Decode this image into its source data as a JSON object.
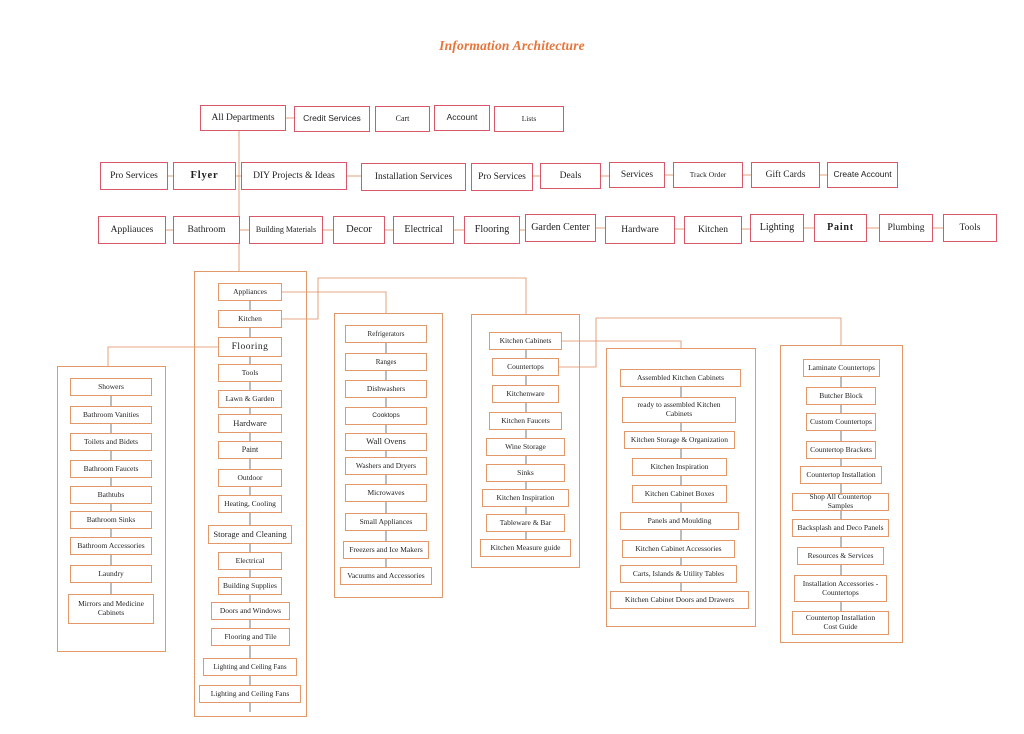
{
  "title": "Information Architecture",
  "colors": {
    "title": "#e8743a",
    "nav_border": "#d8586a",
    "list_border": "#e3986a",
    "connector": "#e08a5c",
    "vertical_connector": "#555555"
  },
  "top_nav": [
    {
      "id": "all-departments",
      "label": "All Departments"
    },
    {
      "id": "credit-services",
      "label": "Credit Services"
    },
    {
      "id": "cart",
      "label": "Cart"
    },
    {
      "id": "account",
      "label": "Account"
    },
    {
      "id": "lists",
      "label": "Lists"
    }
  ],
  "second_nav": [
    {
      "id": "pro-services-1",
      "label": "Pro Services"
    },
    {
      "id": "flyer",
      "label": "Flyer"
    },
    {
      "id": "diy-projects",
      "label": "DIY Projects & Ideas"
    },
    {
      "id": "installation-services",
      "label": "Installation Services"
    },
    {
      "id": "pro-services-2",
      "label": "Pro Services"
    },
    {
      "id": "deals",
      "label": "Deals"
    },
    {
      "id": "services",
      "label": "Services"
    },
    {
      "id": "track-order",
      "label": "Track Order"
    },
    {
      "id": "gift-cards",
      "label": "Gift Cards"
    },
    {
      "id": "create-account",
      "label": "Create Account"
    }
  ],
  "departments": [
    {
      "id": "appliances",
      "label": "Appliauces"
    },
    {
      "id": "bathroom",
      "label": "Bathroom"
    },
    {
      "id": "building-materials",
      "label": "Building Materials"
    },
    {
      "id": "decor",
      "label": "Decor"
    },
    {
      "id": "electrical",
      "label": "Electrical"
    },
    {
      "id": "flooring",
      "label": "Flooring"
    },
    {
      "id": "garden-center",
      "label": "Garden Center"
    },
    {
      "id": "hardware",
      "label": "Hardware"
    },
    {
      "id": "kitchen",
      "label": "Kitchen"
    },
    {
      "id": "lighting",
      "label": "Lighting"
    },
    {
      "id": "paint",
      "label": "Paint"
    },
    {
      "id": "plumbing",
      "label": "Plumbing"
    },
    {
      "id": "tools",
      "label": "Tools"
    }
  ],
  "all_departments_list": [
    "Appliances",
    "Kitchen",
    "Flooring",
    "Tools",
    "Lawn & Garden",
    "Hardware",
    "Paint",
    "Outdoor",
    "Heating, Cooling",
    "Storage and Cleaning",
    "Electrical",
    "Building Supplies",
    "Doors and Windows",
    "Flooring and Tile",
    "Lighting and Ceiling Fans",
    "Lighting and Ceiling Fans"
  ],
  "bathroom_list": [
    "Showers",
    "Bathroom Vanities",
    "Toilets and Bidets",
    "Bathroom Faucets",
    "Bathtubs",
    "Bathroom Sinks",
    "Bathroom Accessories",
    "Laundry",
    "Mirrors and Medicine Cabinets"
  ],
  "appliances_list": [
    "Refrigerators",
    "Ranges",
    "Dishwashers",
    "Cooktops",
    "Wall Ovens",
    "Washers and Dryers",
    "Microwaves",
    "Small Appliances",
    "Freezers and Ice Makers",
    "Vacuums and Accessories"
  ],
  "kitchen_list": [
    "Kitchen Cabinets",
    "Countertops",
    "Kitchenware",
    "Kitchen Faucets",
    "Wine Storage",
    "Sinks",
    "Kitchen Inspiration",
    "Tableware & Bar",
    "Kitchen Measure guide"
  ],
  "cabinets_list": [
    "Assembled Kitchen Cabinets",
    "ready to assembled Kitchen Cabinets",
    "Kitchen Storage & Organization",
    "Kitchen Inspiration",
    "Kitchen Cabinet Boxes",
    "Panels and Moulding",
    "Kitchen Cabinet Accessories",
    "Carts, Islands & Utility Tables",
    "Kitchen Cabinet Doors and Drawers"
  ],
  "countertops_list": [
    "Laminate Countertops",
    "Butcher Block",
    "Custom Countertops",
    "Countertop Brackets",
    "Countertop Installation",
    "Shop All Countertop Samples",
    "Backsplash and Deco Panels",
    "Resources & Services",
    "Installation Accessories - Countertops",
    "Countertop Installation Cost Guide"
  ]
}
